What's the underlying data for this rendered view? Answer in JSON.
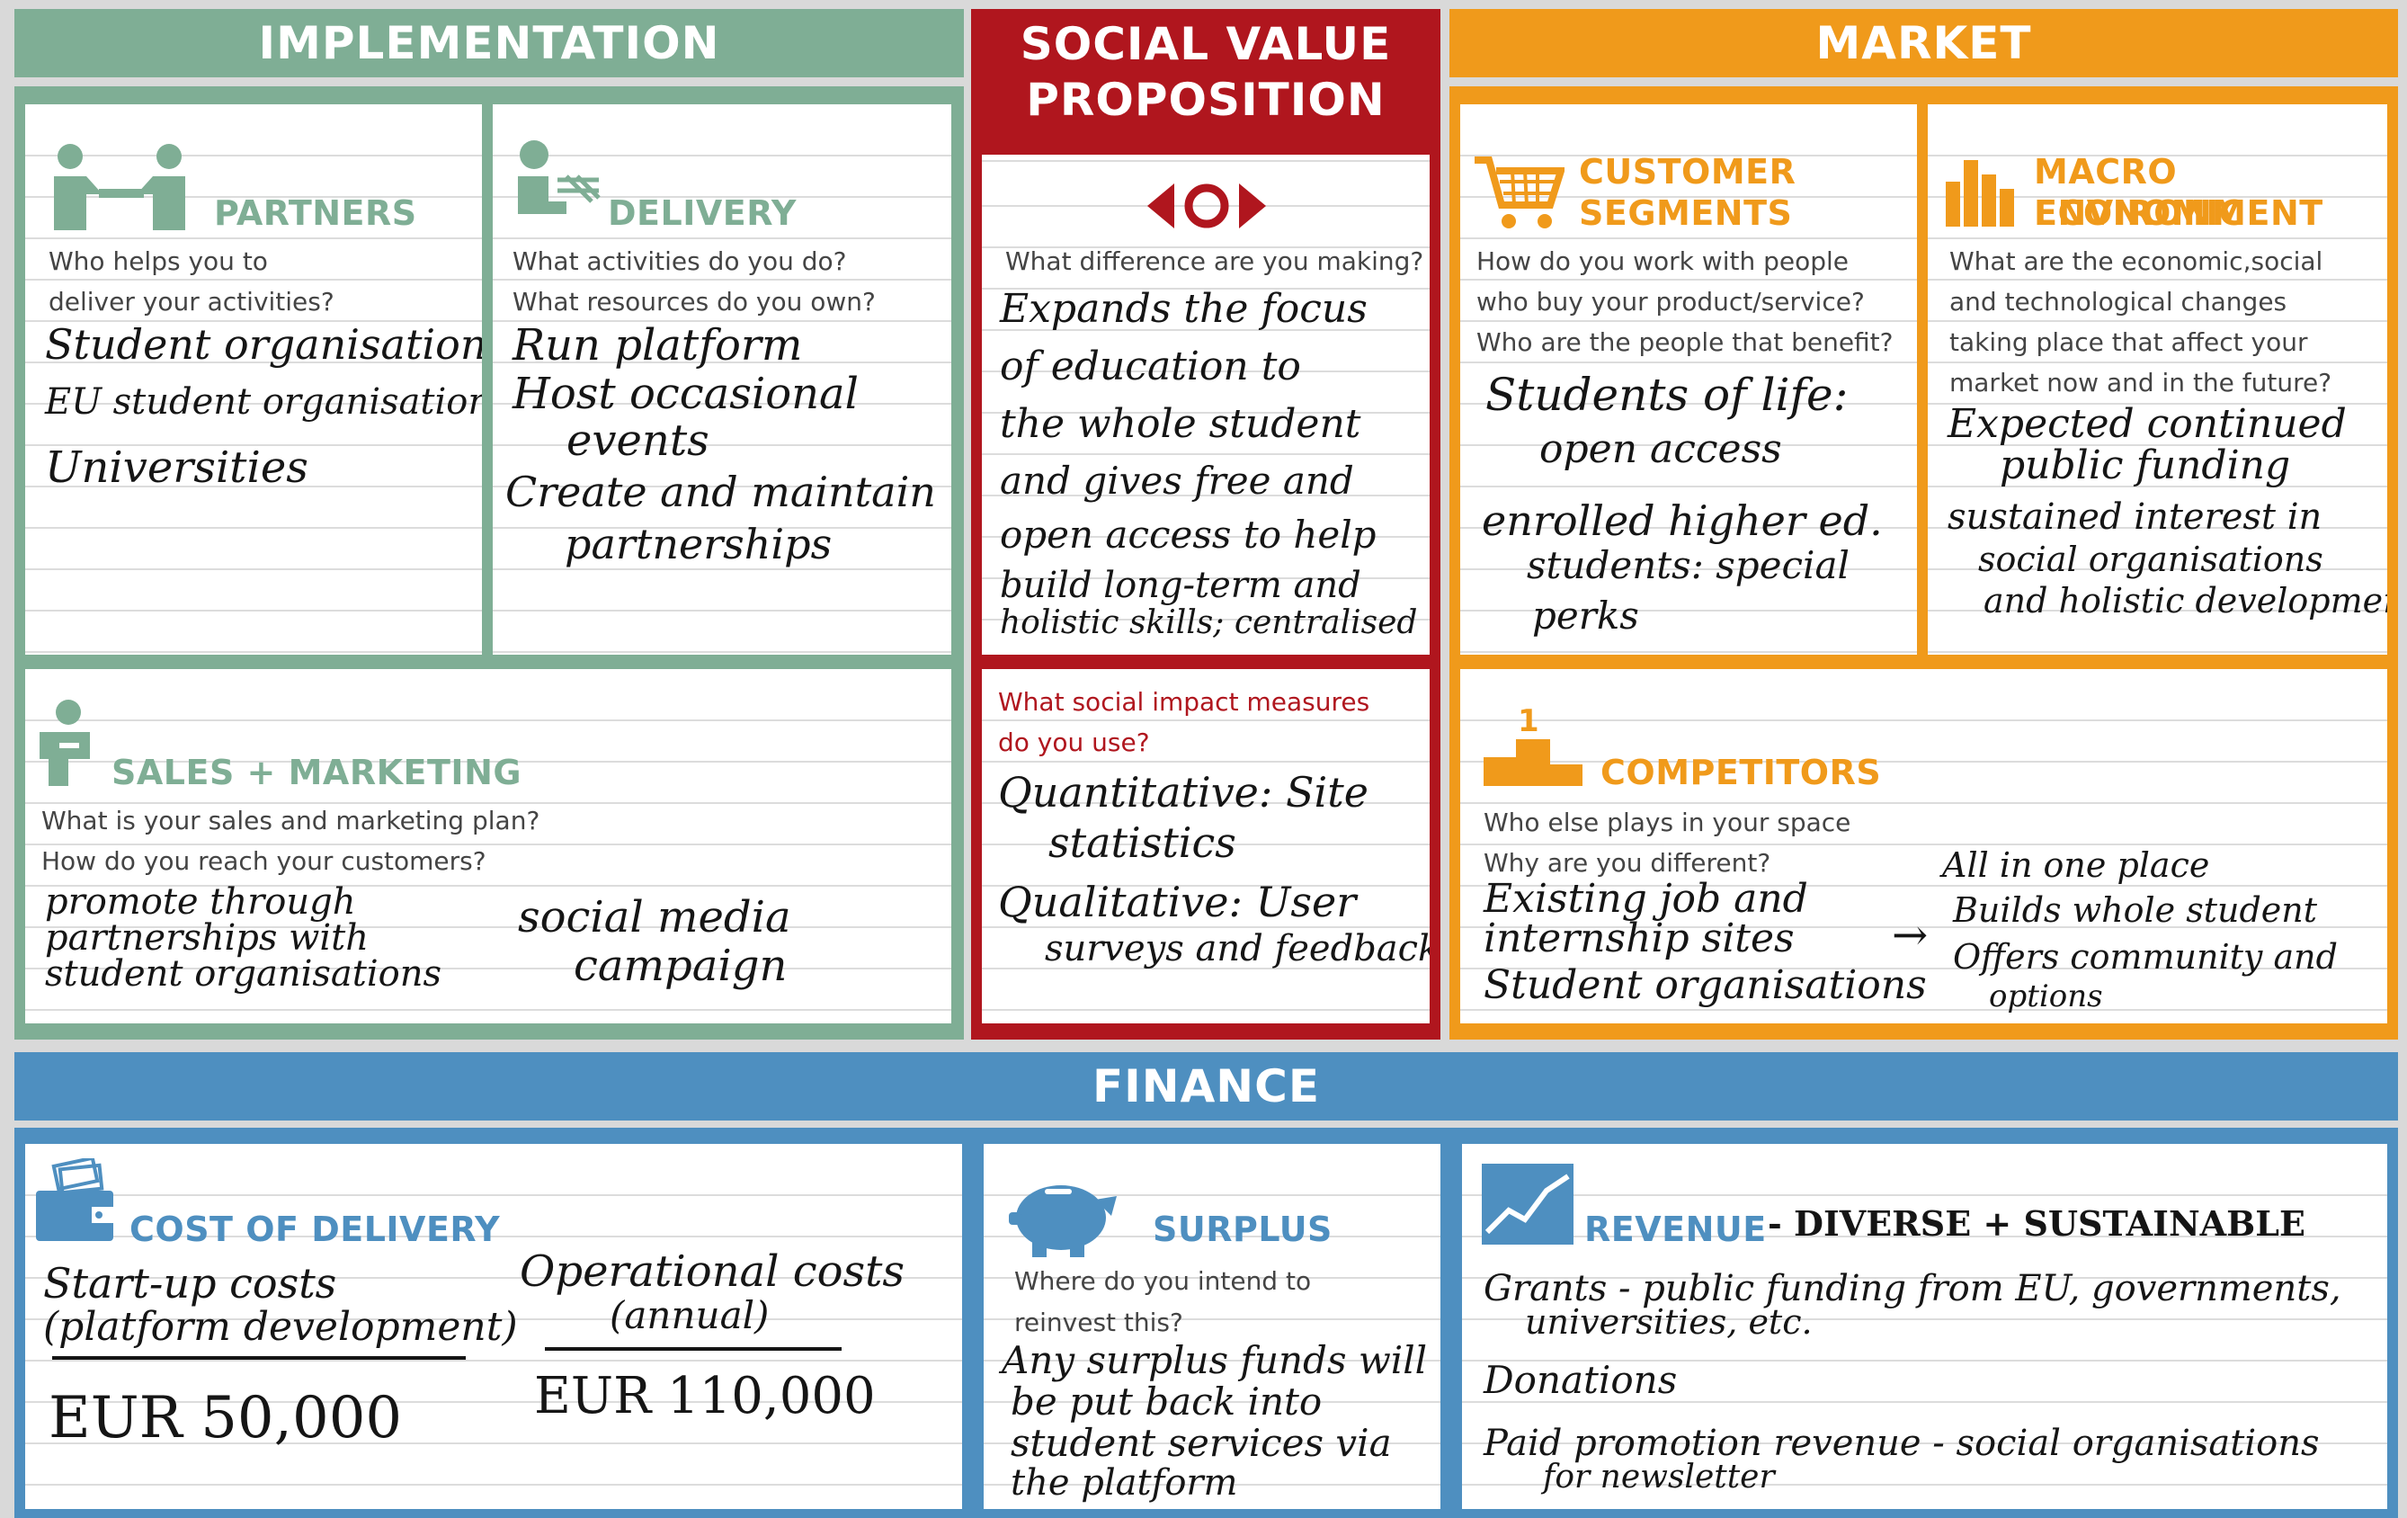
{
  "headers": {
    "implementation": "IMPLEMENTATION",
    "svp_line1": "SOCIAL VALUE",
    "svp_line2": "PROPOSITION",
    "market": "MARKET",
    "finance": "FINANCE"
  },
  "colors": {
    "implementation": "#7fae95",
    "social_value": "#b0161e",
    "market": "#f09a1b",
    "finance": "#4e8fc0"
  },
  "partners": {
    "title": "PARTNERS",
    "q1": "Who helps you to",
    "q2": "deliver your activities?",
    "a1": "Student organisations",
    "a2": "EU student organisations",
    "a3": "Universities"
  },
  "delivery": {
    "title": "DELIVERY",
    "q1": "What activities do you do?",
    "q2": "What resources do you own?",
    "a1": "Run platform",
    "a2": "Host occasional",
    "a3": "events",
    "a4": "Create and maintain",
    "a5": "partnerships"
  },
  "sales": {
    "title": "SALES + MARKETING",
    "q1": "What is your sales and marketing plan?",
    "q2": "How do you reach your customers?",
    "a1": "promote through",
    "a2": "partnerships with",
    "a3": "student organisations",
    "b1": "social media",
    "b2": "campaign"
  },
  "svp": {
    "q": "What difference are you making?",
    "a1": "Expands the focus",
    "a2": "of education to",
    "a3": "the whole student",
    "a4": "and gives free and",
    "a5": "open access to help",
    "a6": "build long-term and",
    "a7": "holistic skills; centralised"
  },
  "impact": {
    "q1": "What social impact measures",
    "q2": "do you use?",
    "a1": "Quantitative: Site",
    "a2": "statistics",
    "a3": "Qualitative: User",
    "a4": "surveys and feedback"
  },
  "customers": {
    "title1": "CUSTOMER",
    "title2": "SEGMENTS",
    "q1": "How do you work with people",
    "q2": "who buy your product/service?",
    "q3": "Who are the people that benefit?",
    "a1": "Students of life:",
    "a2": "open access",
    "a3": "enrolled higher ed.",
    "a4": "students: special",
    "a5": "perks"
  },
  "macro": {
    "title1": "MACRO ECONOMIC",
    "title2": "ENVIRONMENT",
    "q1": "What are the economic,social",
    "q2": "and technological changes",
    "q3": "taking place that affect your",
    "q4": "market now and in the future?",
    "a1": "Expected continued",
    "a2": "public funding",
    "a3": "sustained interest in",
    "a4": "social organisations",
    "a5": "and holistic development"
  },
  "competitors": {
    "podium_number": "1",
    "title": "COMPETITORS",
    "q1": "Who else plays in your space",
    "q2": "Why are you different?",
    "a1": "Existing job and",
    "a2": "internship sites",
    "a3": "Student organisations",
    "arrow": "→",
    "b1": "All in one place",
    "b2": "Builds whole student",
    "b3": "Offers community and",
    "b4": "options"
  },
  "cost": {
    "title": "COST OF DELIVERY",
    "a1": "Start-up costs",
    "a2": "(platform development)",
    "a3": "EUR 50,000",
    "b1": "Operational costs",
    "b2": "(annual)",
    "b3": "EUR 110,000"
  },
  "surplus": {
    "title": "SURPLUS",
    "q1": "Where do you intend to",
    "q2": "reinvest this?",
    "a1": "Any surplus funds will",
    "a2": "be put back into",
    "a3": "student services via",
    "a4": "the platform"
  },
  "revenue": {
    "title": "REVENUE",
    "subtitle": "- DIVERSE + SUSTAINABLE",
    "a1": "Grants - public funding from EU, governments,",
    "a2": "universities, etc.",
    "a3": "Donations",
    "a4": "Paid promotion revenue - social organisations",
    "a5": "for newsletter"
  }
}
